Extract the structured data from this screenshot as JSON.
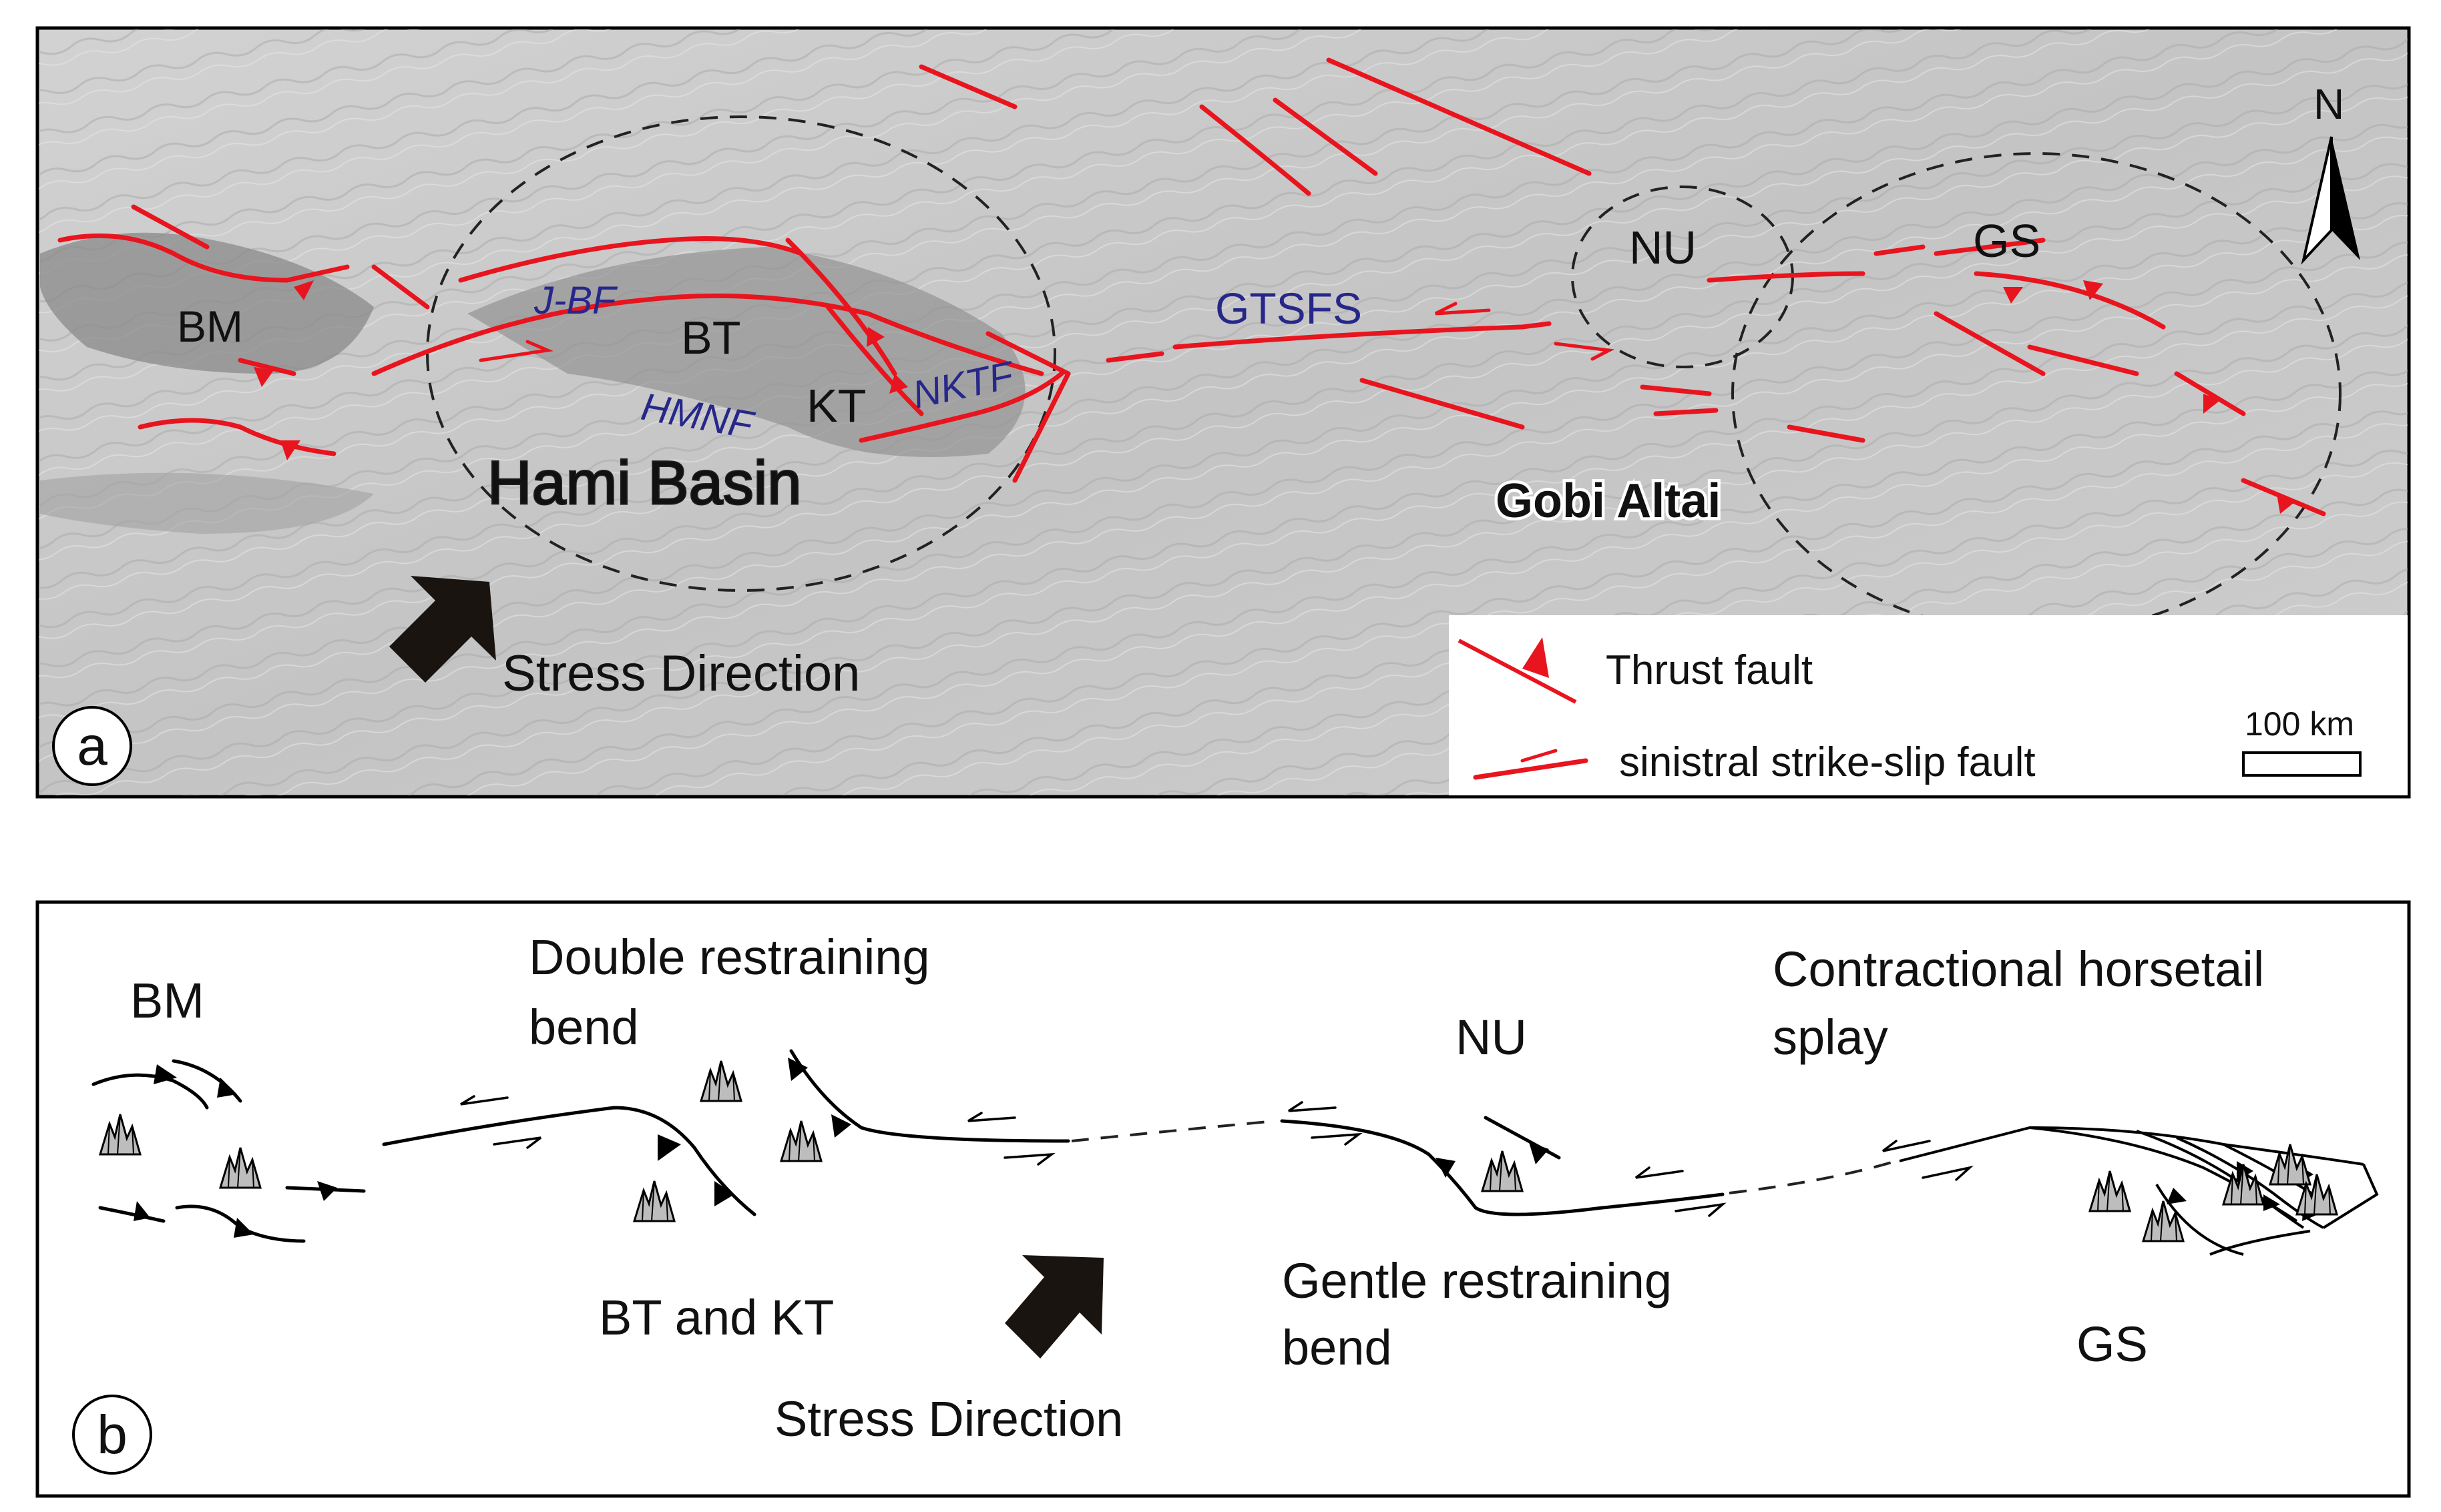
{
  "panel_a": {
    "panel_letter": "a",
    "north_label": "N",
    "labels": {
      "bm": "BM",
      "jbf": "J-BF",
      "bt": "BT",
      "kt": "KT",
      "hmnf": "HMNF",
      "nktf": "NKTF",
      "hami_basin": "Hami Basin",
      "gtsfs": "GTSFS",
      "nu": "NU",
      "gs": "GS",
      "gobi_altai": "Gobi Altai"
    },
    "stress_direction": "Stress Direction",
    "legend": {
      "thrust": "Thrust fault",
      "strike_slip": "sinistral strike-slip fault",
      "scale": "100 km"
    },
    "colors": {
      "fault": "#e8141e",
      "fault_name": "#27278a",
      "relief_bg": "#c8c8c8"
    }
  },
  "panel_b": {
    "panel_letter": "b",
    "labels": {
      "bm": "BM",
      "double_1": "Double restraining",
      "double_2": "bend",
      "bt_kt": "BT and KT",
      "stress": "Stress Direction",
      "nu": "NU",
      "gentle_1": "Gentle restraining",
      "gentle_2": "bend",
      "horsetail_1": "Contractional horsetail",
      "horsetail_2": "splay",
      "gs": "GS"
    }
  }
}
